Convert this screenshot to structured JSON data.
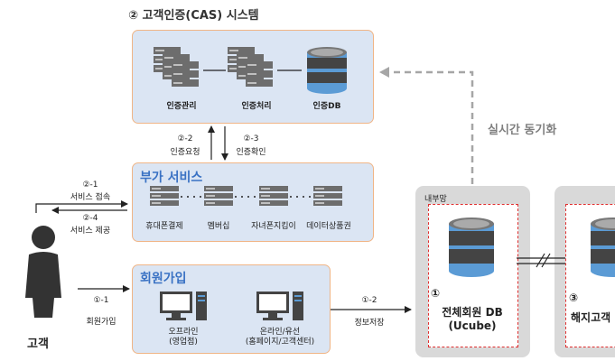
{
  "title": "② 고객인증(CAS) 시스템",
  "cas": {
    "auth_mgmt": "인증관리",
    "auth_proc": "인증처리",
    "auth_db": "인증DB"
  },
  "sync_label": "실시간 동기화",
  "auth_request": {
    "num": "②-2",
    "label": "인증요청"
  },
  "auth_confirm": {
    "num": "②-3",
    "label": "인증확인"
  },
  "addon": {
    "title": "부가 서비스",
    "items": [
      "휴대폰결제",
      "멤버십",
      "자녀폰지킴이",
      "데이터상품권"
    ]
  },
  "service_access": {
    "num": "②-1",
    "label": "서비스 접속"
  },
  "service_provide": {
    "num": "②-4",
    "label": "서비스 제공"
  },
  "signup": {
    "title": "회원가입",
    "offline": [
      "오프라인",
      "(영업점)"
    ],
    "online": [
      "온라인/유선",
      "(홈페이지/고객센터)"
    ]
  },
  "signup_step": {
    "num": "①-1",
    "label": "회원가입"
  },
  "store_step": {
    "num": "①-2",
    "label": "정보저장"
  },
  "customer": "고객",
  "internal_net": "내부망",
  "ucube": {
    "num": "①",
    "line1": "전체회원 DB",
    "line2": "(Ucube)"
  },
  "terminated": {
    "num": "③",
    "line1": "해지고객"
  }
}
